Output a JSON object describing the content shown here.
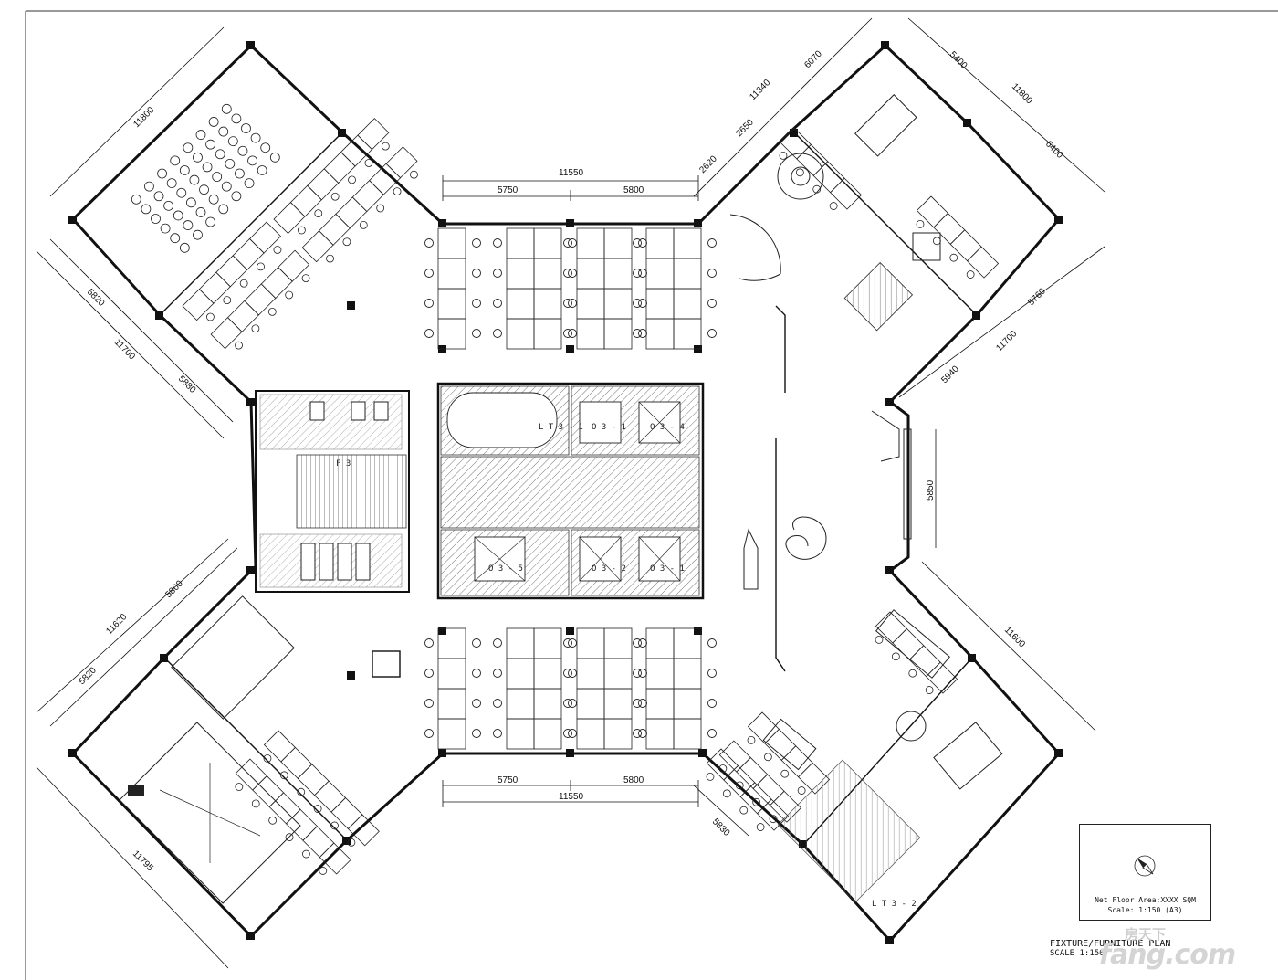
{
  "drawing": {
    "dimensions": {
      "top_total": "11550",
      "top_left": "5750",
      "top_right": "5800",
      "bottom_total": "11550",
      "bottom_left": "5750",
      "bottom_right": "5800",
      "nw_length": "11800",
      "nw_side_total": "11700",
      "nw_side_a": "5820",
      "nw_side_b": "5880",
      "ne_total": "11340",
      "ne_a": "6070",
      "ne_b": "2650",
      "ne_c": "2620",
      "ne_length": "11800",
      "ne_length_a": "5400",
      "ne_length_b": "6400",
      "e_side_total": "11700",
      "e_side_a": "5760",
      "e_side_b": "5940",
      "e_mid": "5850",
      "se_length": "11600",
      "se_short": "5830",
      "sw_side_total": "11620",
      "sw_side_a": "5800",
      "sw_side_b": "5820",
      "sw_length": "11795"
    },
    "core_labels": {
      "stair": "L T 3 - 1",
      "lift_1": "O 3 - 1",
      "lift_2": "O 3 - 4",
      "lift_3": "O 3 - 5",
      "lift_4": "O 3 - 2",
      "lift_5": "O 3 - 1",
      "wc": "F 3",
      "se_stair": "L T 3 - 2"
    },
    "legend": {
      "area": "Net Floor Area:XXXX SQM",
      "scale": "Scale: 1:150 (A3)"
    },
    "title_block": {
      "title": "FIXTURE/FURNITURE PLAN",
      "scale": "SCALE 1:150"
    },
    "watermark": {
      "cn": "房天下",
      "en": "fang.com"
    },
    "colors": {
      "line": "#111111",
      "hatch": "#777777"
    }
  }
}
